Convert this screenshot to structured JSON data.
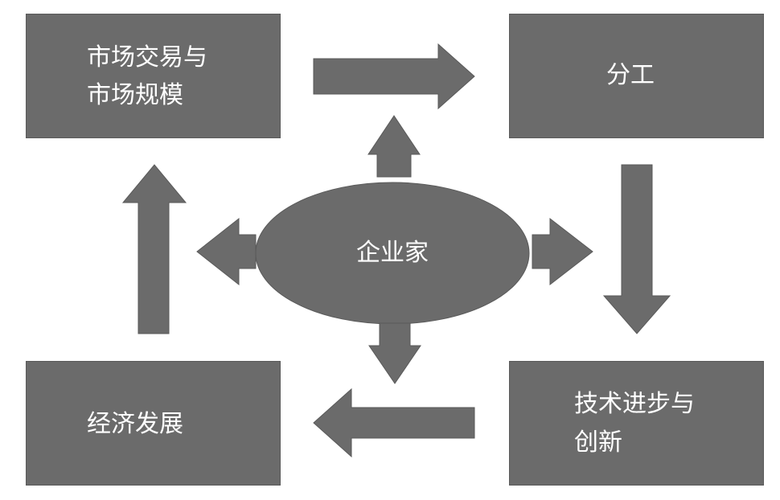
{
  "diagram": {
    "center": {
      "label": "企业家"
    },
    "nodes": {
      "market": {
        "line1": "市场交易与",
        "line2": "市场规模"
      },
      "division": {
        "label": "分工"
      },
      "tech": {
        "line1": "技术进步与",
        "line2": "创新"
      },
      "economy": {
        "label": "经济发展"
      }
    },
    "colors": {
      "fill": "#6b6b6b",
      "text": "#ffffff",
      "background": "#ffffff"
    }
  }
}
